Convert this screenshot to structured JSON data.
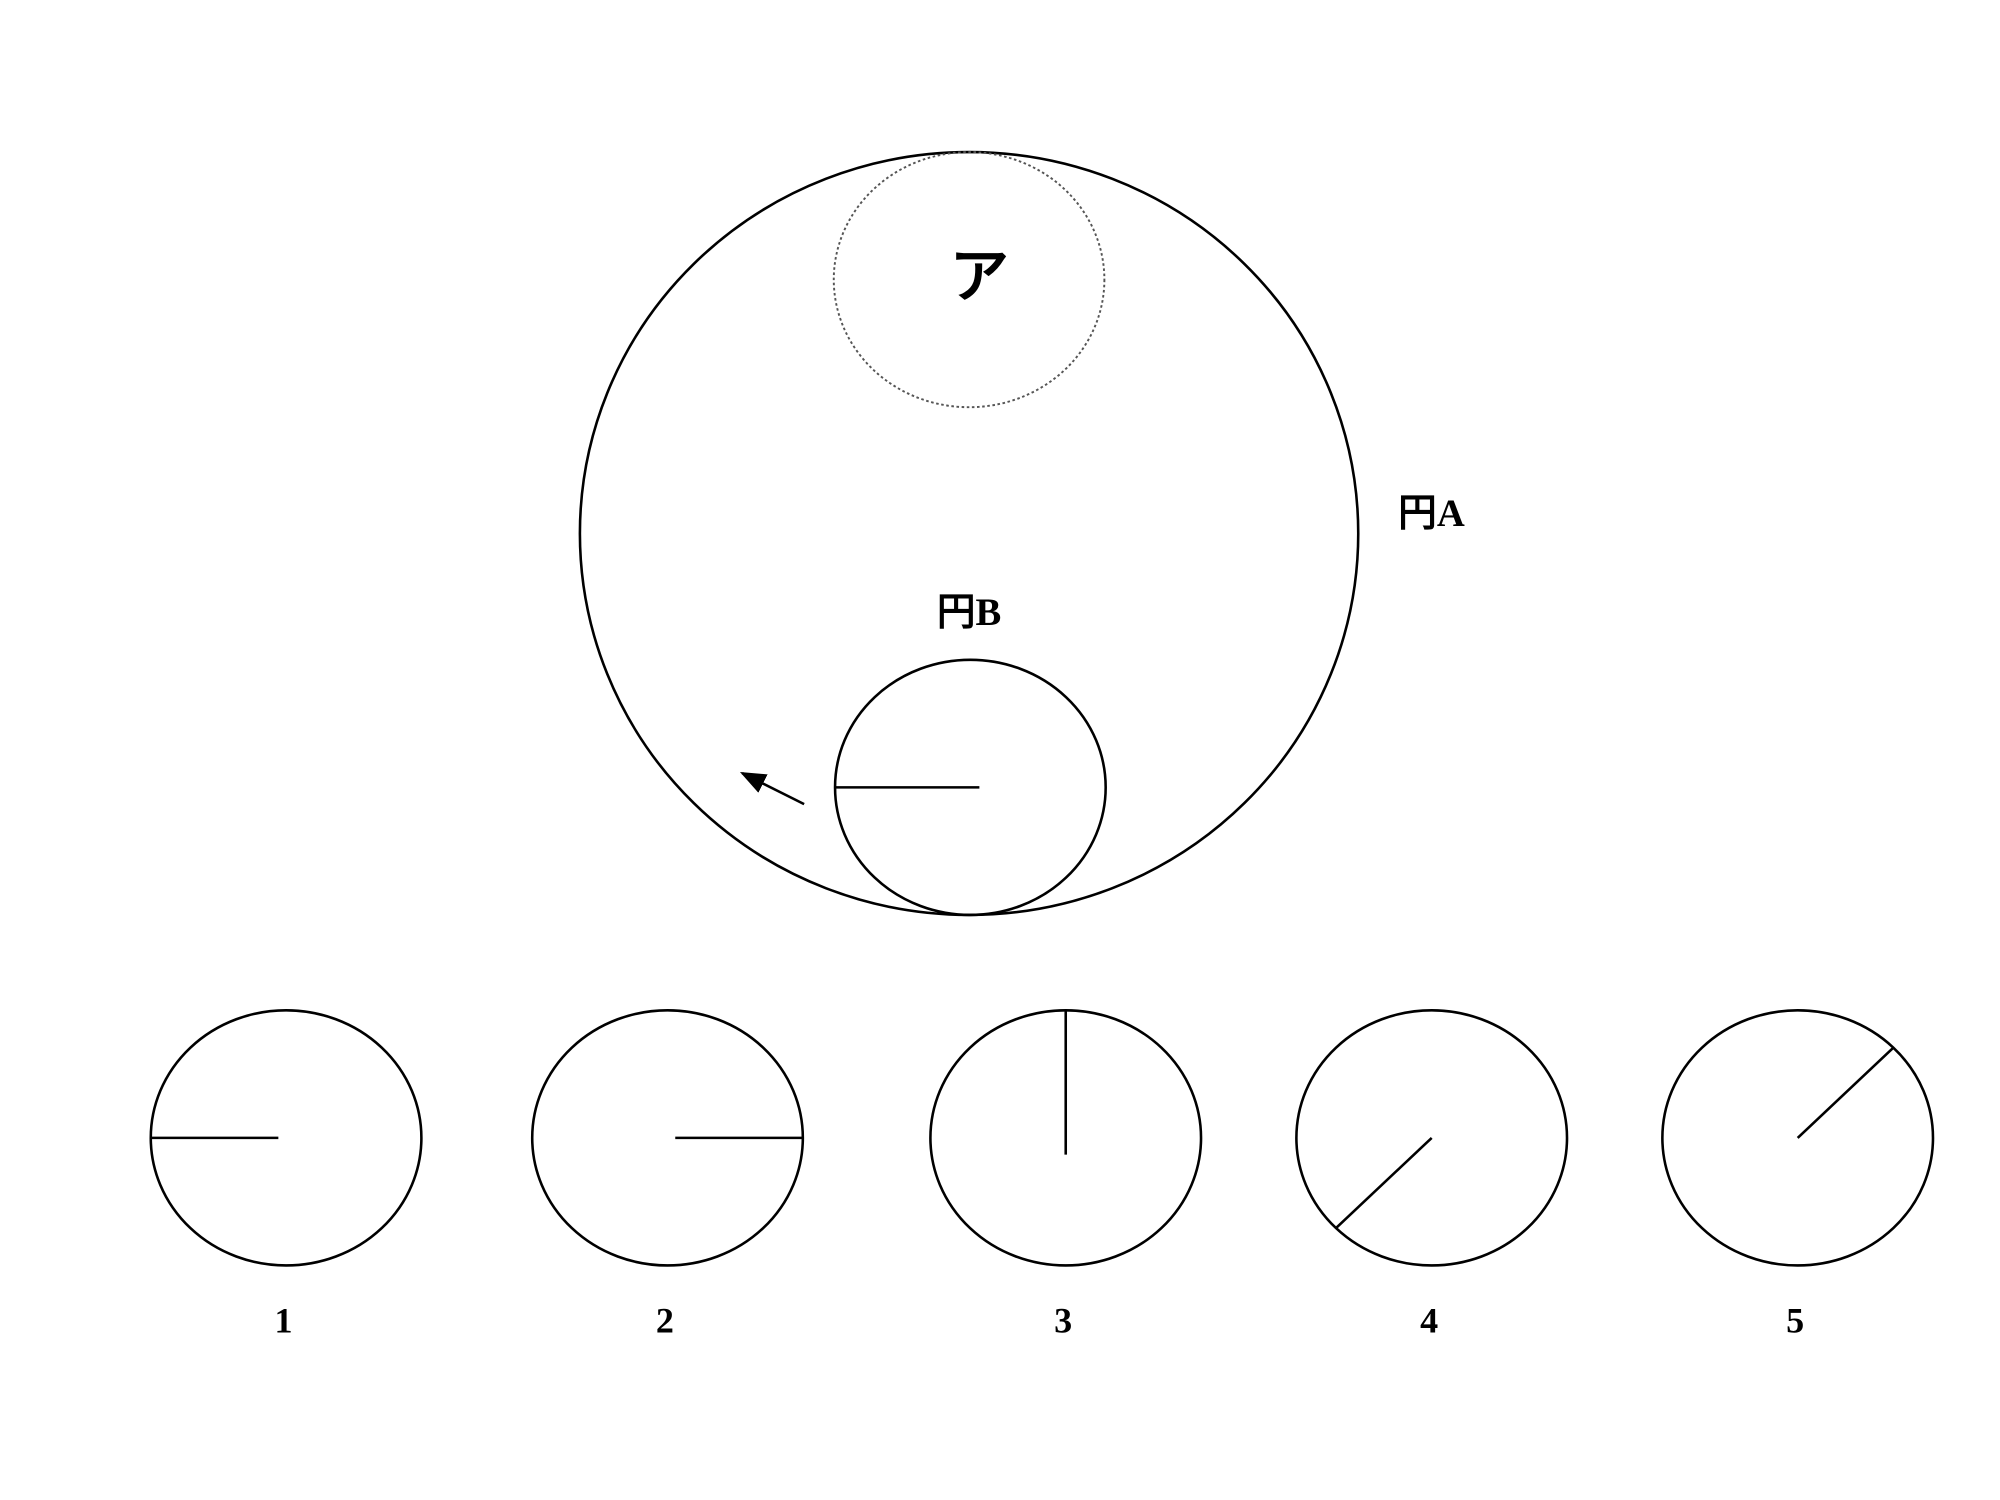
{
  "diagram": {
    "kana_label": "ア",
    "circle_a_label": "円A",
    "circle_b_label": "円B",
    "options": [
      {
        "label": "1",
        "line_angle_deg": 180
      },
      {
        "label": "2",
        "line_angle_deg": 0
      },
      {
        "label": "3",
        "line_angle_deg": 90
      },
      {
        "label": "4",
        "line_angle_deg": 225
      },
      {
        "label": "5",
        "line_angle_deg": 45
      }
    ],
    "colors": {
      "stroke": "#000000",
      "background": "#ffffff"
    }
  }
}
